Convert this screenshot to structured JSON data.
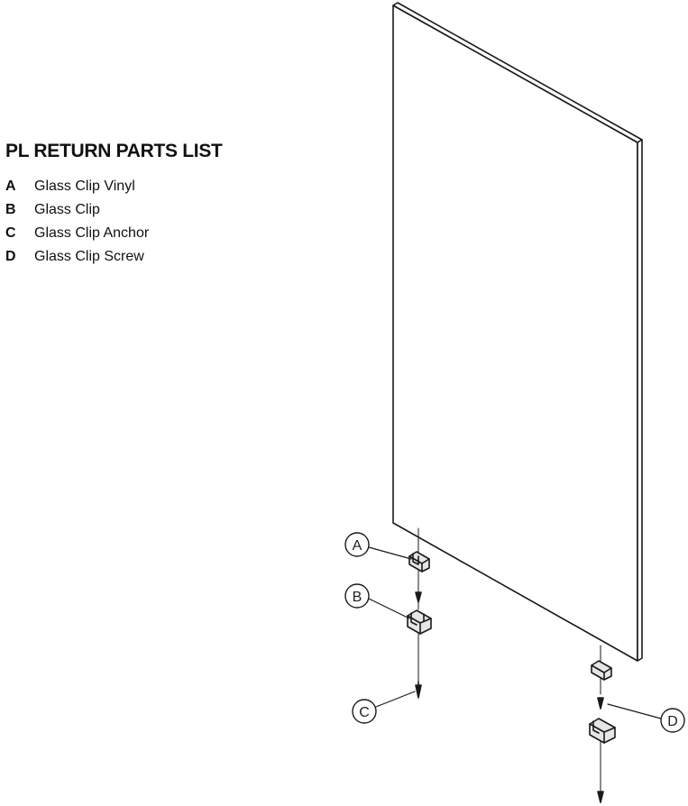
{
  "parts_list": {
    "title": "PL RETURN PARTS LIST",
    "items": [
      {
        "letter": "A",
        "name": "Glass Clip Vinyl"
      },
      {
        "letter": "B",
        "name": "Glass Clip"
      },
      {
        "letter": "C",
        "name": "Glass Clip Anchor"
      },
      {
        "letter": "D",
        "name": "Glass Clip Screw"
      }
    ]
  },
  "callouts": {
    "a": "A",
    "b": "B",
    "c": "C",
    "d": "D"
  },
  "colors": {
    "line": "#1a1a1a",
    "panel_fill": "#ffffff",
    "part_fill": "#e6e6e6"
  }
}
